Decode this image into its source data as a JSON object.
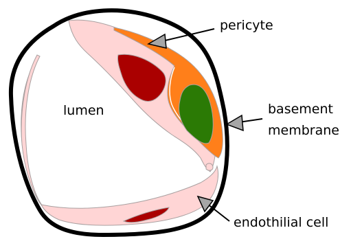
{
  "labels": {
    "lumen": "lumen",
    "pericyte": "pericyte",
    "basement_line1": "basement",
    "basement_line2": "membrane",
    "endothelial": "endothilial cell"
  },
  "colors": {
    "membrane": "#000000",
    "endothelial": "#ffd5d5",
    "endothelial_outline": "#a8a0a0",
    "pericyte": "#ff7f1a",
    "nucleus_red": "#aa0000",
    "nucleus_green": "#2b7a05",
    "arrow_fill": "#a6a6a6"
  }
}
